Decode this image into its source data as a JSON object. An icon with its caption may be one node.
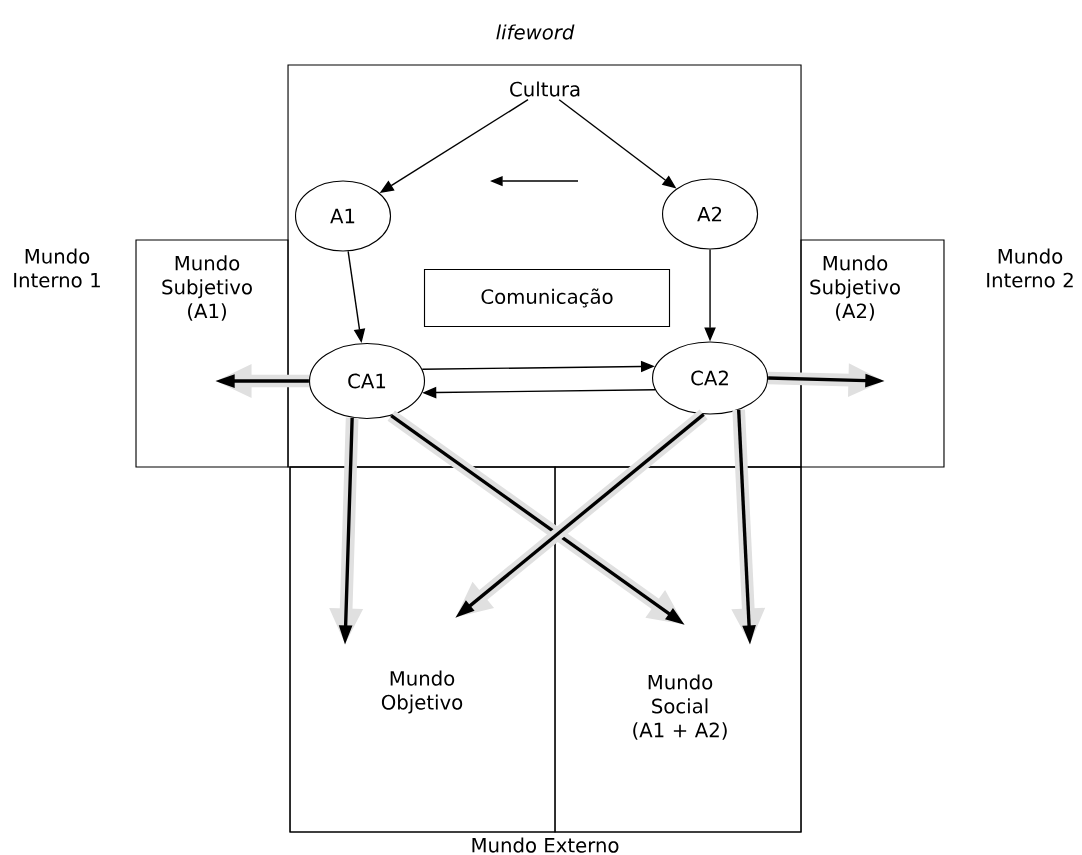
{
  "diagram": {
    "nodes": [
      {
        "text": [
          "lifeword"
        ]
      },
      {
        "text": [
          "Cultura"
        ],
        "in": 0
      },
      {
        "text": [
          "A1"
        ],
        "in": 0
      },
      {
        "text": [
          "A2"
        ],
        "in": 0
      },
      {
        "text": [
          "Comunicação"
        ],
        "in": 0
      },
      {
        "text": [
          "CA1"
        ],
        "in": 0
      },
      {
        "text": [
          "CA2"
        ],
        "in": 0
      },
      {
        "text": [
          "Mundo Subjetivo (A1)"
        ],
        "beside": [
          "Mundo Interno 1"
        ]
      },
      {
        "text": [
          "Mundo Subjetivo (A2)"
        ],
        "beside": [
          "Mundo Interno 2"
        ]
      },
      {
        "text": [
          "Mundo Externo"
        ]
      },
      {
        "text": [],
        "shape": "box",
        "in": 9
      },
      {
        "text": [],
        "shape": "box",
        "in": 9
      },
      {
        "text": [
          "Mundo Objetivo"
        ],
        "in": 10
      },
      {
        "text": [
          "Mundo Social (A1 + A2)"
        ],
        "in": 11
      }
    ],
    "edges": [
      {
        "from": 1,
        "to": 2,
        "arrow": "to"
      },
      {
        "from": 1,
        "to": 3,
        "arrow": "to"
      },
      {
        "from": 2,
        "to": 5,
        "arrow": "to"
      },
      {
        "from": 3,
        "to": 6,
        "arrow": "to"
      },
      {
        "from": 5,
        "to": 6,
        "arrow": "to"
      },
      {
        "from": 6,
        "to": 5,
        "arrow": "to"
      },
      {
        "from": 5,
        "to": 7,
        "arrow": "to",
        "style": "thick"
      },
      {
        "from": 6,
        "to": 8,
        "arrow": "to",
        "style": "thick"
      },
      {
        "from": 5,
        "to": 12,
        "arrow": "to",
        "style": "thick"
      },
      {
        "from": 5,
        "to": 13,
        "arrow": "to",
        "style": "thick"
      },
      {
        "from": 6,
        "to": 12,
        "arrow": "to",
        "style": "thick"
      },
      {
        "from": 6,
        "to": 13,
        "arrow": "to",
        "style": "thick"
      }
    ]
  }
}
